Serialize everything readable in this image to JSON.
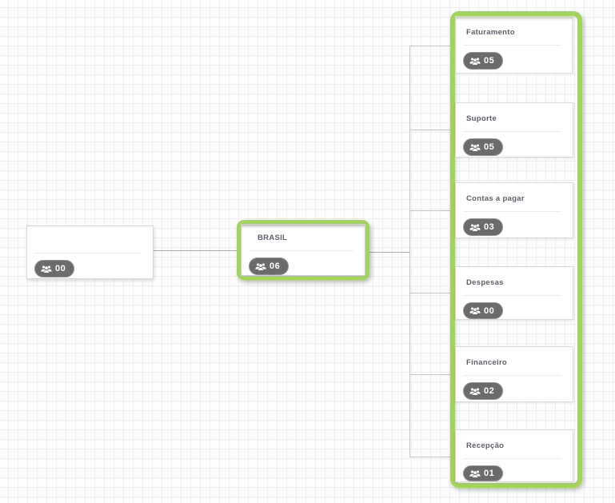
{
  "colors": {
    "highlight_green": "#a2d45a",
    "badge_background": "#6b6b6b",
    "connector_gray": "#c3c3c3",
    "grid_line": "#eeeef2"
  },
  "icons": {
    "badge_icon": "users-group-icon"
  },
  "nodes": {
    "root": {
      "title": "",
      "count": "00"
    },
    "selected": {
      "title": "BRASIL",
      "count": "06"
    },
    "children": [
      {
        "title": "Faturamento",
        "count": "05"
      },
      {
        "title": "Suporte",
        "count": "05"
      },
      {
        "title": "Contas a pagar",
        "count": "03"
      },
      {
        "title": "Despesas",
        "count": "00"
      },
      {
        "title": "Financeiro",
        "count": "02"
      },
      {
        "title": "Recepção",
        "count": "01"
      }
    ]
  }
}
